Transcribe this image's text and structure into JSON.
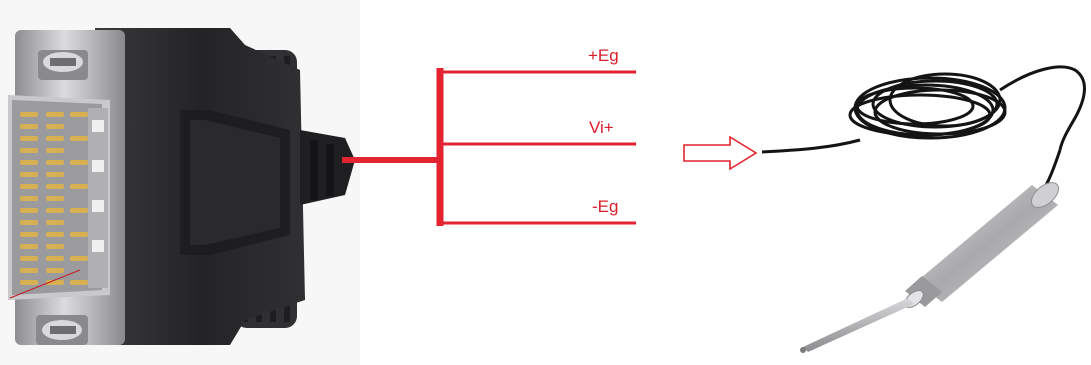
{
  "colors": {
    "wire": "#e3232f",
    "label": "#d91e2b",
    "connector_body": "#2b2b2d",
    "connector_shell": "#b9b9bb",
    "pins": "#d6b052",
    "sensor_body": "#c2c2c4",
    "cable": "#141414"
  },
  "labels": {
    "pos_eg": "+Eg",
    "vi_plus": "Vi+",
    "neg_eg": "-Eg"
  },
  "icons": {
    "arrow": "arrow-right-outline-icon",
    "connector": "db15-connector-icon",
    "sensor": "displacement-sensor-icon"
  }
}
